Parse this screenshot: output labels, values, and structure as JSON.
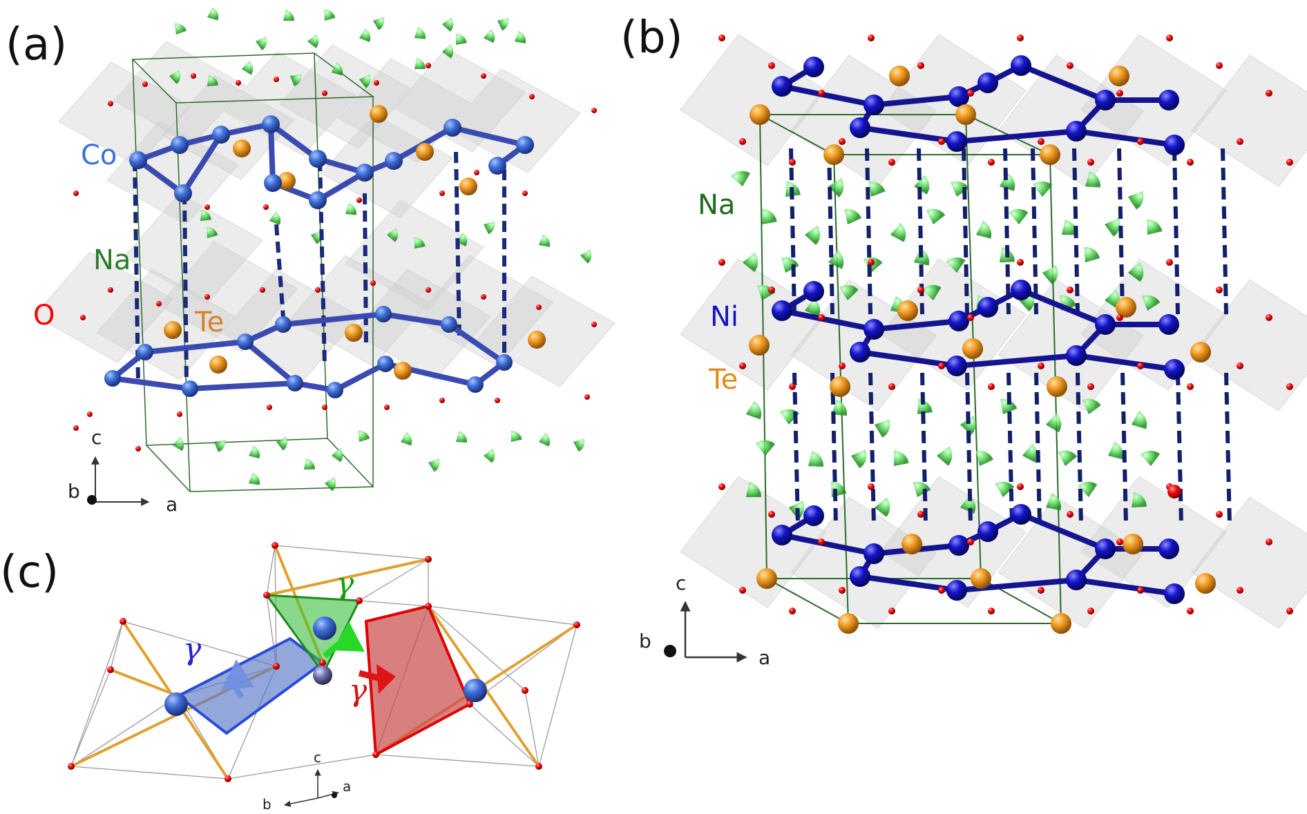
{
  "panels": {
    "a": {
      "label": "(a)",
      "elements": {
        "co": "Co",
        "na": "Na",
        "o": "O",
        "te": "Te"
      },
      "axes": {
        "c": "c",
        "b": "b",
        "a": "a"
      }
    },
    "b": {
      "label": "(b)",
      "elements": {
        "na": "Na",
        "ni": "Ni",
        "te": "Te"
      },
      "axes": {
        "c": "c",
        "b": "b",
        "a": "a"
      }
    },
    "c": {
      "label": "(c)",
      "gamma": {
        "blue": "γ",
        "green": "γ",
        "red": "γ"
      },
      "axes": {
        "c": "c",
        "b": "b",
        "a": "a"
      }
    }
  },
  "colors": {
    "co": "#3f6fd8",
    "ni": "#1414c8",
    "na": "#2e8b2e",
    "o": "#ff0000",
    "te": "#e08a1e",
    "gamma_blue": "#2323d0",
    "gamma_green": "#11a011",
    "gamma_red": "#d21414"
  }
}
